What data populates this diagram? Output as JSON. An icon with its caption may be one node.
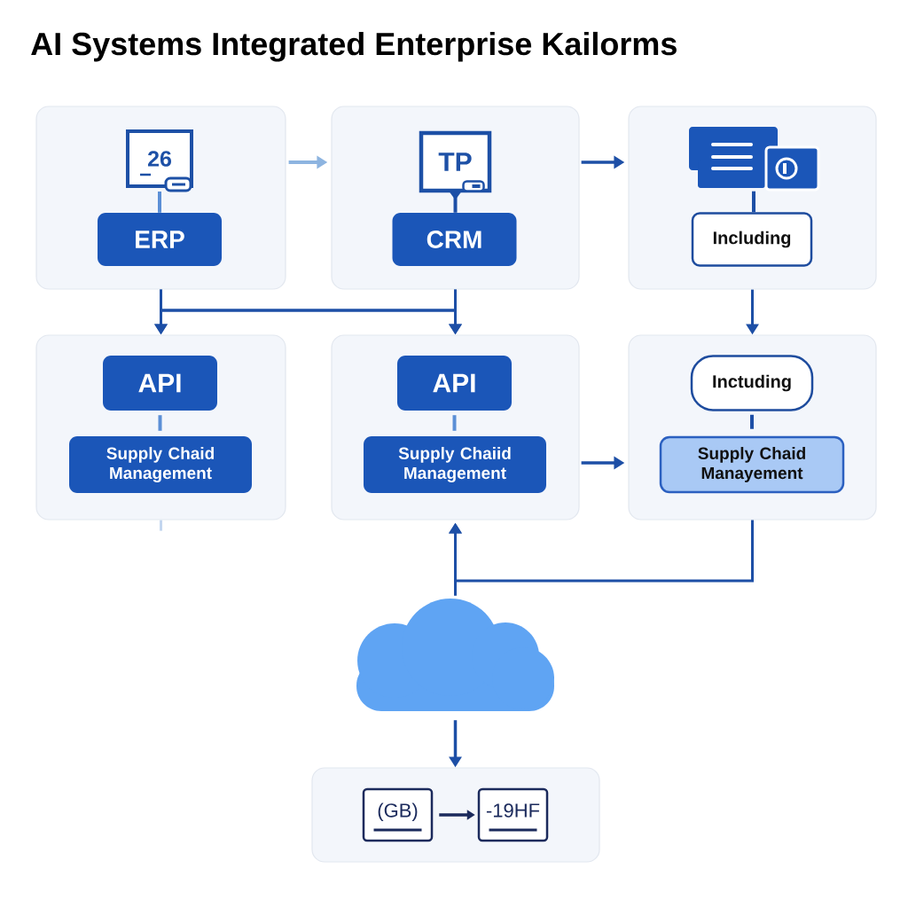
{
  "diagram": {
    "title": "AI Systems Integrated Enterprise Kailorms",
    "nodes": [
      {
        "text": [],
        "shape": "box"
      },
      {
        "text": [
          "26"
        ],
        "in": 0
      },
      {
        "text": [
          "ERP"
        ],
        "in": 0
      },
      {
        "text": [],
        "shape": "box"
      },
      {
        "text": [
          "TP"
        ],
        "in": 3
      },
      {
        "text": [
          "CRM"
        ],
        "in": 3
      },
      {
        "text": [],
        "shape": "box"
      },
      {
        "text": [],
        "shape": "picture",
        "in": 6
      },
      {
        "text": [
          "Including"
        ],
        "in": 6
      },
      {
        "text": [],
        "shape": "box"
      },
      {
        "text": [
          "API"
        ],
        "in": 9
      },
      {
        "text": [
          "Supply Chaid Management"
        ],
        "in": 9
      },
      {
        "text": [],
        "shape": "box"
      },
      {
        "text": [
          "API"
        ],
        "in": 12
      },
      {
        "text": [
          "Supply Chaiid Management"
        ],
        "in": 12
      },
      {
        "text": [],
        "shape": "box"
      },
      {
        "text": [
          "Inctuding"
        ],
        "in": 15
      },
      {
        "text": [
          "Supply Chaid Manayement"
        ],
        "in": 15
      },
      {
        "text": [],
        "shape": "cloud"
      },
      {
        "text": [],
        "shape": "box"
      },
      {
        "text": [
          "(GB)"
        ],
        "in": 19
      },
      {
        "text": [
          "-19HF"
        ],
        "in": 19
      }
    ],
    "edges": [
      {
        "from": 1,
        "to": 2,
        "arrow": "none",
        "color": "#5b8fd6"
      },
      {
        "from": 4,
        "to": 5,
        "arrow": "none"
      },
      {
        "from": 7,
        "to": 8,
        "arrow": "none"
      },
      {
        "from": 10,
        "to": 11,
        "arrow": "none",
        "color": "#5b8fd6"
      },
      {
        "from": 13,
        "to": 14,
        "arrow": "none",
        "color": "#5b8fd6"
      },
      {
        "from": 16,
        "to": 17,
        "arrow": "none"
      },
      {
        "from": 20,
        "to": 21,
        "arrow": "to",
        "color": "#1b2a5c"
      },
      {
        "from": 0,
        "to": 3,
        "arrow": "to",
        "color": "#8db4e0"
      },
      {
        "from": 3,
        "to": 6,
        "arrow": "to"
      },
      {
        "from": 0,
        "to": 9,
        "arrow": "to"
      },
      {
        "from": 0,
        "to": 12,
        "arrow": "to"
      },
      {
        "from": 3,
        "to": 9,
        "arrow": "to"
      },
      {
        "from": 3,
        "to": 12,
        "arrow": "to"
      },
      {
        "from": 6,
        "to": 15,
        "arrow": "to"
      },
      {
        "from": 12,
        "to": 15,
        "arrow": "to"
      },
      {
        "from": 15,
        "to": 12,
        "arrow": "to"
      },
      {
        "from": 18,
        "to": 12,
        "arrow": "to"
      },
      {
        "from": 18,
        "to": 19,
        "arrow": "to"
      },
      {
        "from": 9,
        "to": null,
        "arrow": "none",
        "color": "#c3d6ef"
      }
    ]
  }
}
